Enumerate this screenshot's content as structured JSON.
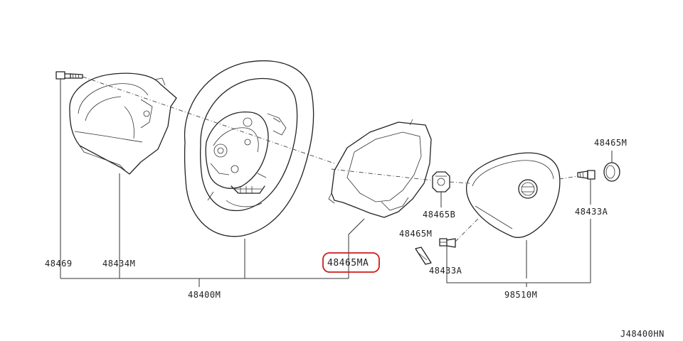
{
  "diagram_code": "J48400HN",
  "colors": {
    "ink": "#222222",
    "highlight": "#d11a1a",
    "background": "#ffffff"
  },
  "labels": {
    "p48469": "48469",
    "p48434M": "48434M",
    "p48400M": "48400M",
    "p48465MA": "48465MA",
    "p48465B": "48465B",
    "p48465M_mid": "48465M",
    "p48433A_mid": "48433A",
    "p98510M": "98510M",
    "p48465M_right": "48465M",
    "p48433A_right": "48433A"
  }
}
